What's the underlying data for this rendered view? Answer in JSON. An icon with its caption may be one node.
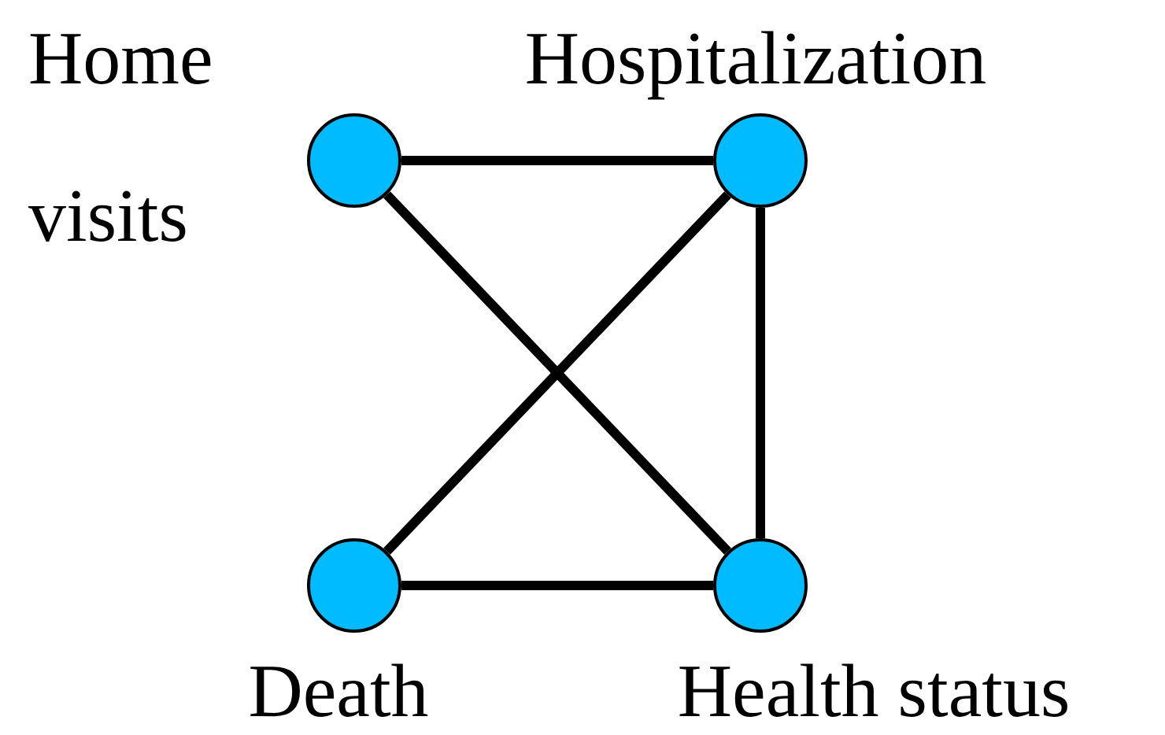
{
  "diagram": {
    "nodes": [
      {
        "text": [
          "Home visits"
        ]
      },
      {
        "text": [
          "Hospitalization"
        ]
      },
      {
        "text": [
          "Death"
        ]
      },
      {
        "text": [
          "Health status"
        ]
      }
    ],
    "edges": [
      {
        "from": 0,
        "to": 1,
        "arrow": "none"
      },
      {
        "from": 0,
        "to": 3,
        "arrow": "none"
      },
      {
        "from": 1,
        "to": 2,
        "arrow": "none"
      },
      {
        "from": 1,
        "to": 3,
        "arrow": "none"
      },
      {
        "from": 2,
        "to": 3,
        "arrow": "none"
      }
    ]
  }
}
